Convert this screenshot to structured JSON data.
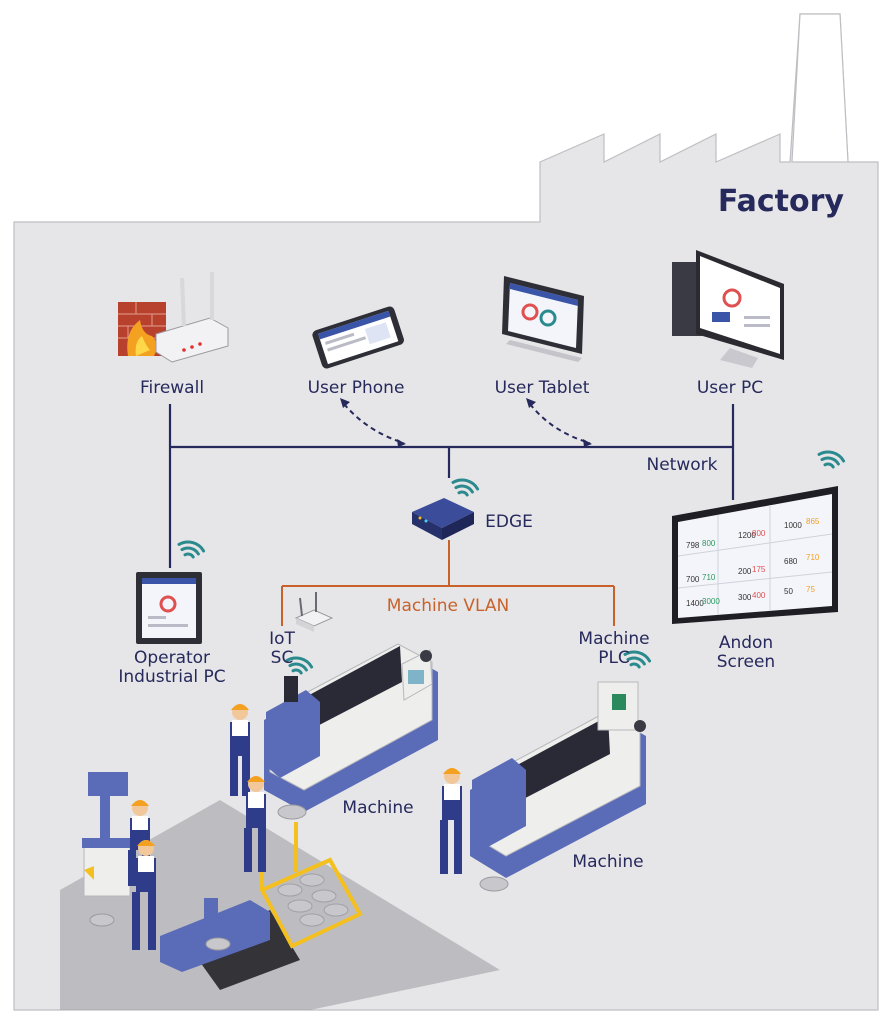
{
  "title": "Factory",
  "nodes": {
    "firewall": "Firewall",
    "user_phone": "User Phone",
    "user_tablet": "User Tablet",
    "user_pc": "User PC",
    "network": "Network",
    "edge": "EDGE",
    "machine_vlan": "Machine VLAN",
    "operator_pc_line1": "Operator",
    "operator_pc_line2": "Industrial PC",
    "iot_line1": "IoT",
    "iot_line2": "SC",
    "plc_line1": "Machine",
    "plc_line2": "PLC",
    "andon_line1": "Andon",
    "andon_line2": "Screen",
    "machine_1": "Machine",
    "machine_2": "Machine"
  },
  "andon_values": [
    "798",
    "800",
    "1200",
    "800",
    "1000",
    "865",
    "700",
    "710",
    "200",
    "175",
    "680",
    "710",
    "1400",
    "3000",
    "300",
    "400",
    "50",
    "75"
  ],
  "colors": {
    "navy": "#26295c",
    "orange": "#c8622a",
    "wifi": "#2a8a8e",
    "building": "#e6e6e8",
    "machine_blue": "#5a6bb8"
  }
}
